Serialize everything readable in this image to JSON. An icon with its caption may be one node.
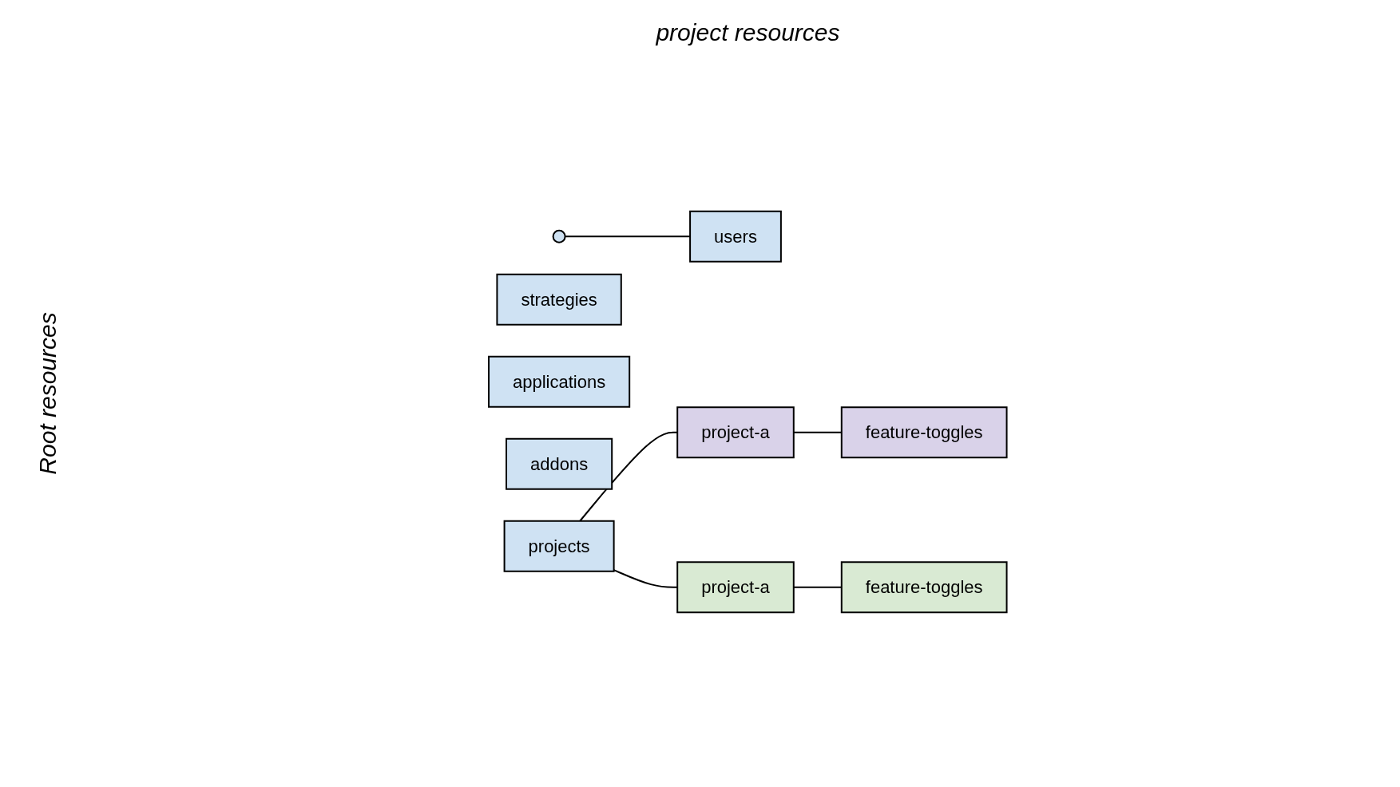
{
  "diagram": {
    "nodes": [
      {
        "text": [],
        "shape": "circle"
      },
      {
        "text": [
          "users"
        ]
      },
      {
        "text": [
          "strategies"
        ]
      },
      {
        "text": [
          "applications"
        ]
      },
      {
        "text": [
          "addons"
        ]
      },
      {
        "text": [
          "projects"
        ]
      },
      {
        "text": [
          "project-a"
        ]
      },
      {
        "text": [
          "feature-toggles"
        ]
      },
      {
        "text": [
          "project-a"
        ]
      },
      {
        "text": [
          "feature-toggles"
        ]
      }
    ],
    "edges": [
      {
        "from": 0,
        "to": 1,
        "arrow": "none"
      },
      {
        "from": 5,
        "to": 6,
        "arrow": "none"
      },
      {
        "from": 5,
        "to": 8,
        "arrow": "none"
      },
      {
        "from": 6,
        "to": 7,
        "arrow": "none"
      },
      {
        "from": 8,
        "to": 9,
        "arrow": "none"
      }
    ],
    "labels": [
      "Root resources",
      "project resources"
    ]
  }
}
